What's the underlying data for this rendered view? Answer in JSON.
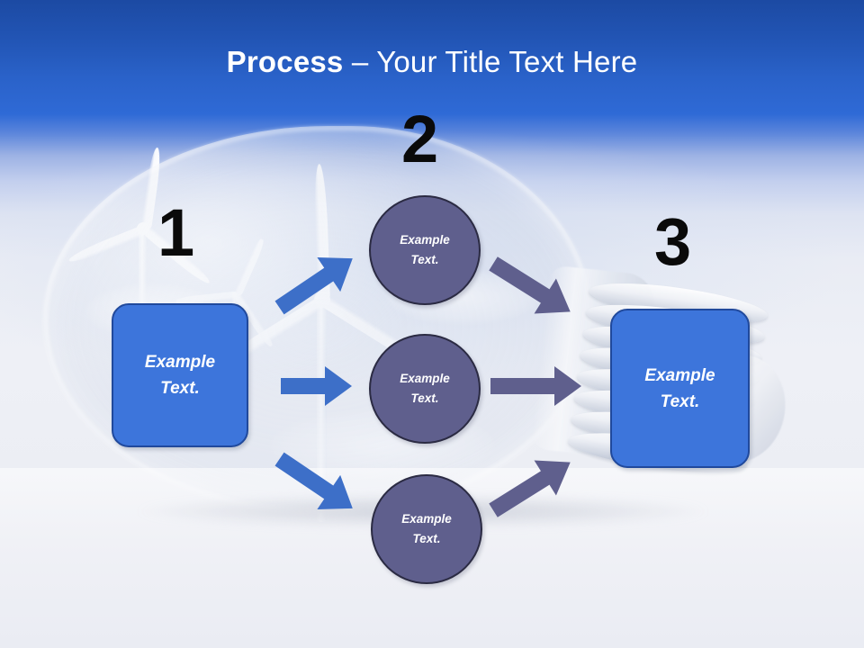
{
  "slide": {
    "title": {
      "bold_part": "Process",
      "separator": " – ",
      "light_part": "Your Title Text Here",
      "full": "Process – Your Title Text Here"
    },
    "background": {
      "header_color_top": "#1c4aa3",
      "header_color_bottom": "#2f6ad6",
      "body_color": "#eef0f5",
      "image_subject": "lightbulb-with-wind-turbines"
    }
  },
  "steps": [
    {
      "number": "1",
      "label": "step-one"
    },
    {
      "number": "2",
      "label": "step-two"
    },
    {
      "number": "3",
      "label": "step-three"
    }
  ],
  "nodes": {
    "input_box": {
      "line1": "Example",
      "line2": "Text.",
      "fill": "#3d75db",
      "border": "#20499c"
    },
    "output_box": {
      "line1": "Example",
      "line2": "Text.",
      "fill": "#3d75db",
      "border": "#20499c"
    },
    "circles": [
      {
        "line1": "Example",
        "line2": "Text.",
        "fill": "#5f5f8d",
        "border": "#2b2b43"
      },
      {
        "line1": "Example",
        "line2": "Text.",
        "fill": "#5f5f8d",
        "border": "#2b2b43"
      },
      {
        "line1": "Example",
        "line2": "Text.",
        "fill": "#5f5f8d",
        "border": "#2b2b43"
      }
    ]
  },
  "connectors": {
    "inbound_color": "#3d6fc8",
    "outbound_color": "#5f5f8d",
    "inbound": [
      {
        "name": "arrow-box-to-circle-top",
        "direction": "up-right"
      },
      {
        "name": "arrow-box-to-circle-mid",
        "direction": "right"
      },
      {
        "name": "arrow-box-to-circle-bottom",
        "direction": "down-right"
      }
    ],
    "outbound": [
      {
        "name": "arrow-circle-top-to-box",
        "direction": "down-right"
      },
      {
        "name": "arrow-circle-mid-to-box",
        "direction": "right"
      },
      {
        "name": "arrow-circle-bottom-to-box",
        "direction": "up-right"
      }
    ]
  }
}
